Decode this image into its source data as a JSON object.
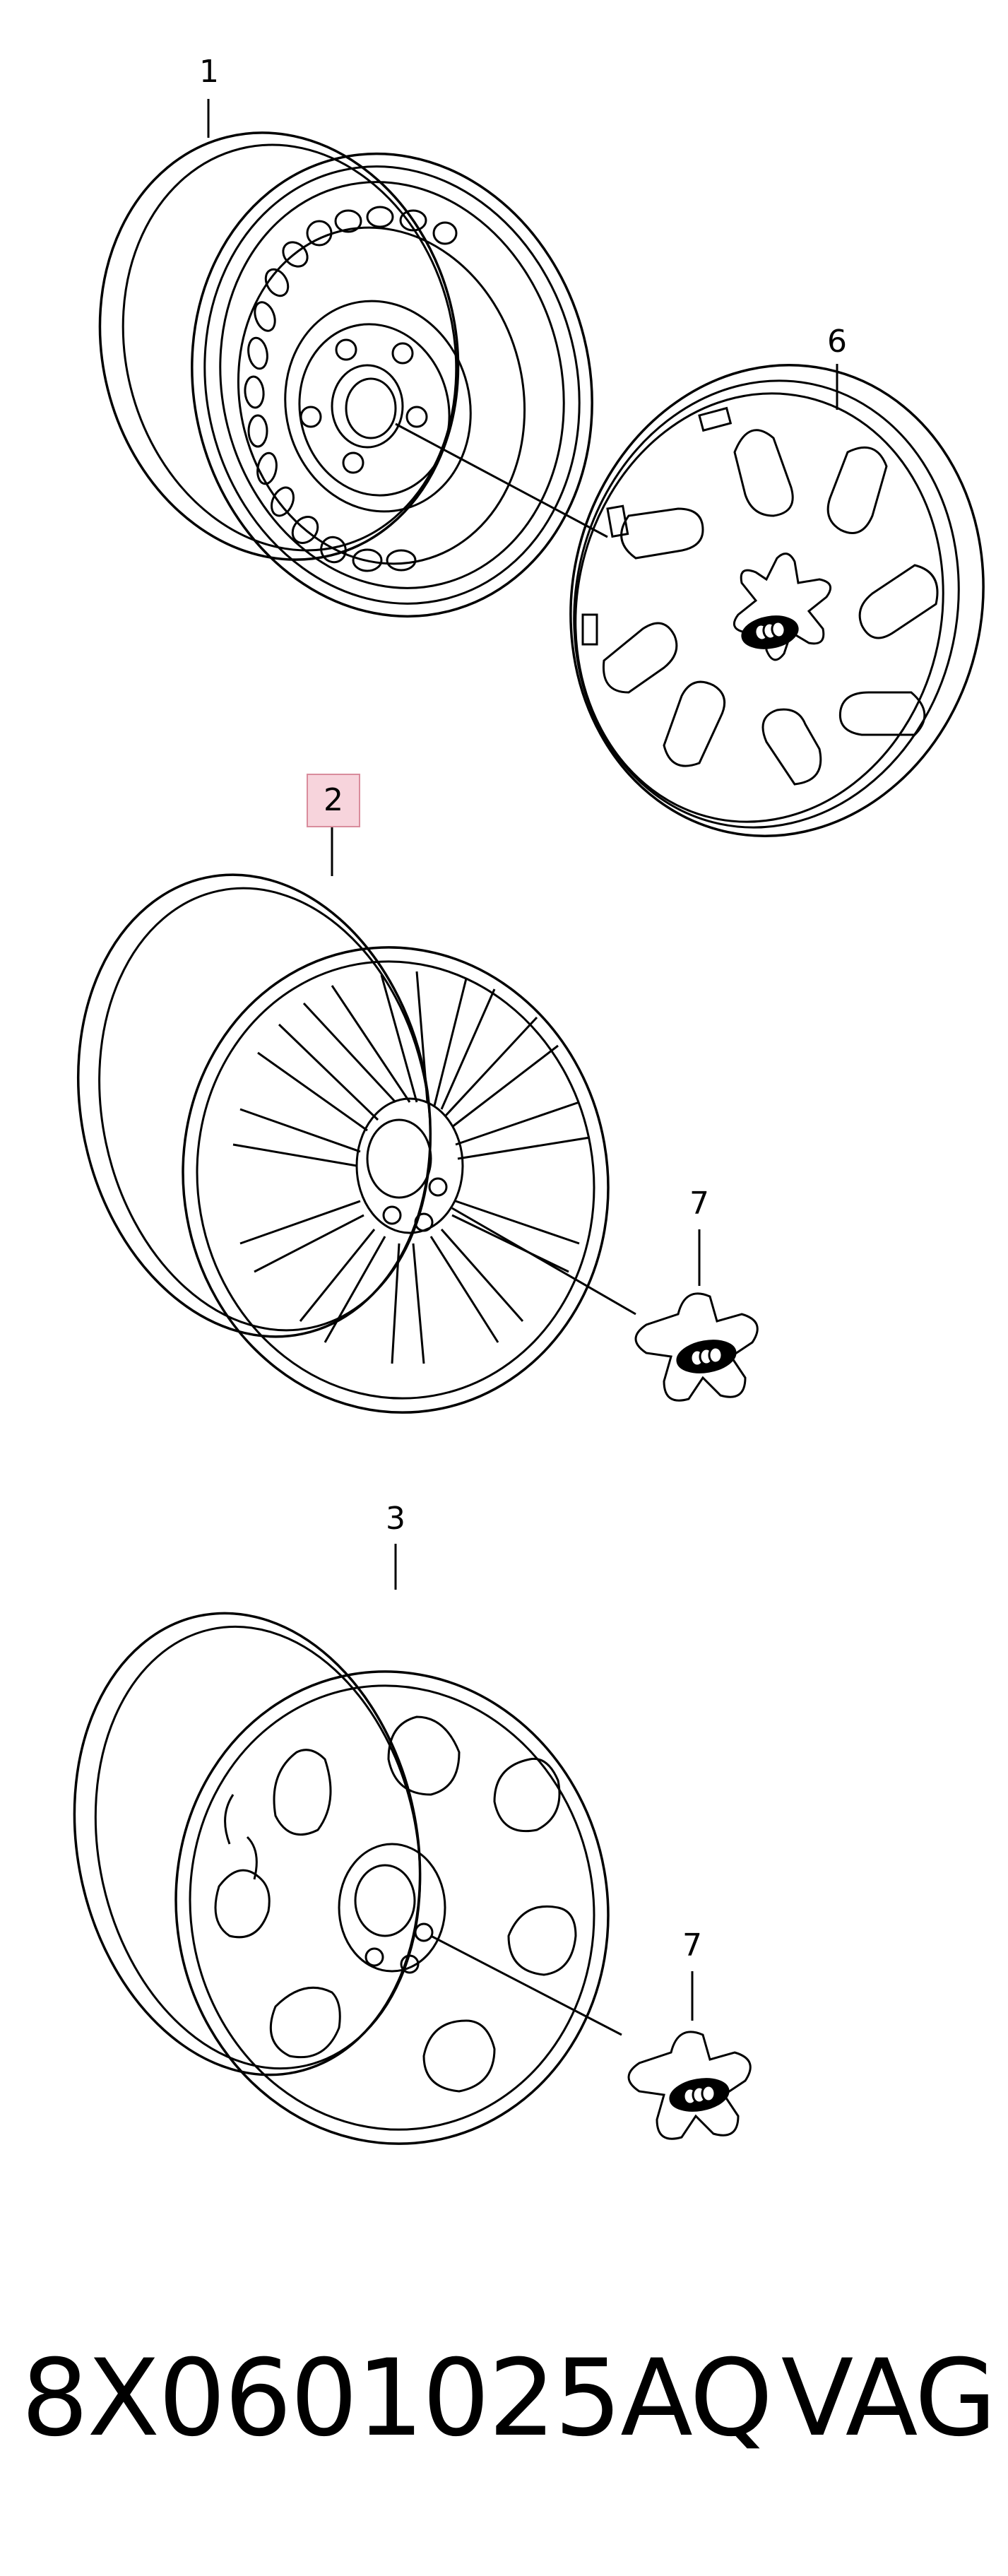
{
  "callouts": {
    "c1": "1",
    "c2": "2",
    "c3": "3",
    "c6": "6",
    "c7a": "7",
    "c7b": "7"
  },
  "footer": {
    "part_number": "8X0601025AQ",
    "brand": "VAG"
  },
  "colors": {
    "line": "#000000",
    "highlight_fill": "#f7d4dc",
    "highlight_border": "#d98c9c"
  }
}
